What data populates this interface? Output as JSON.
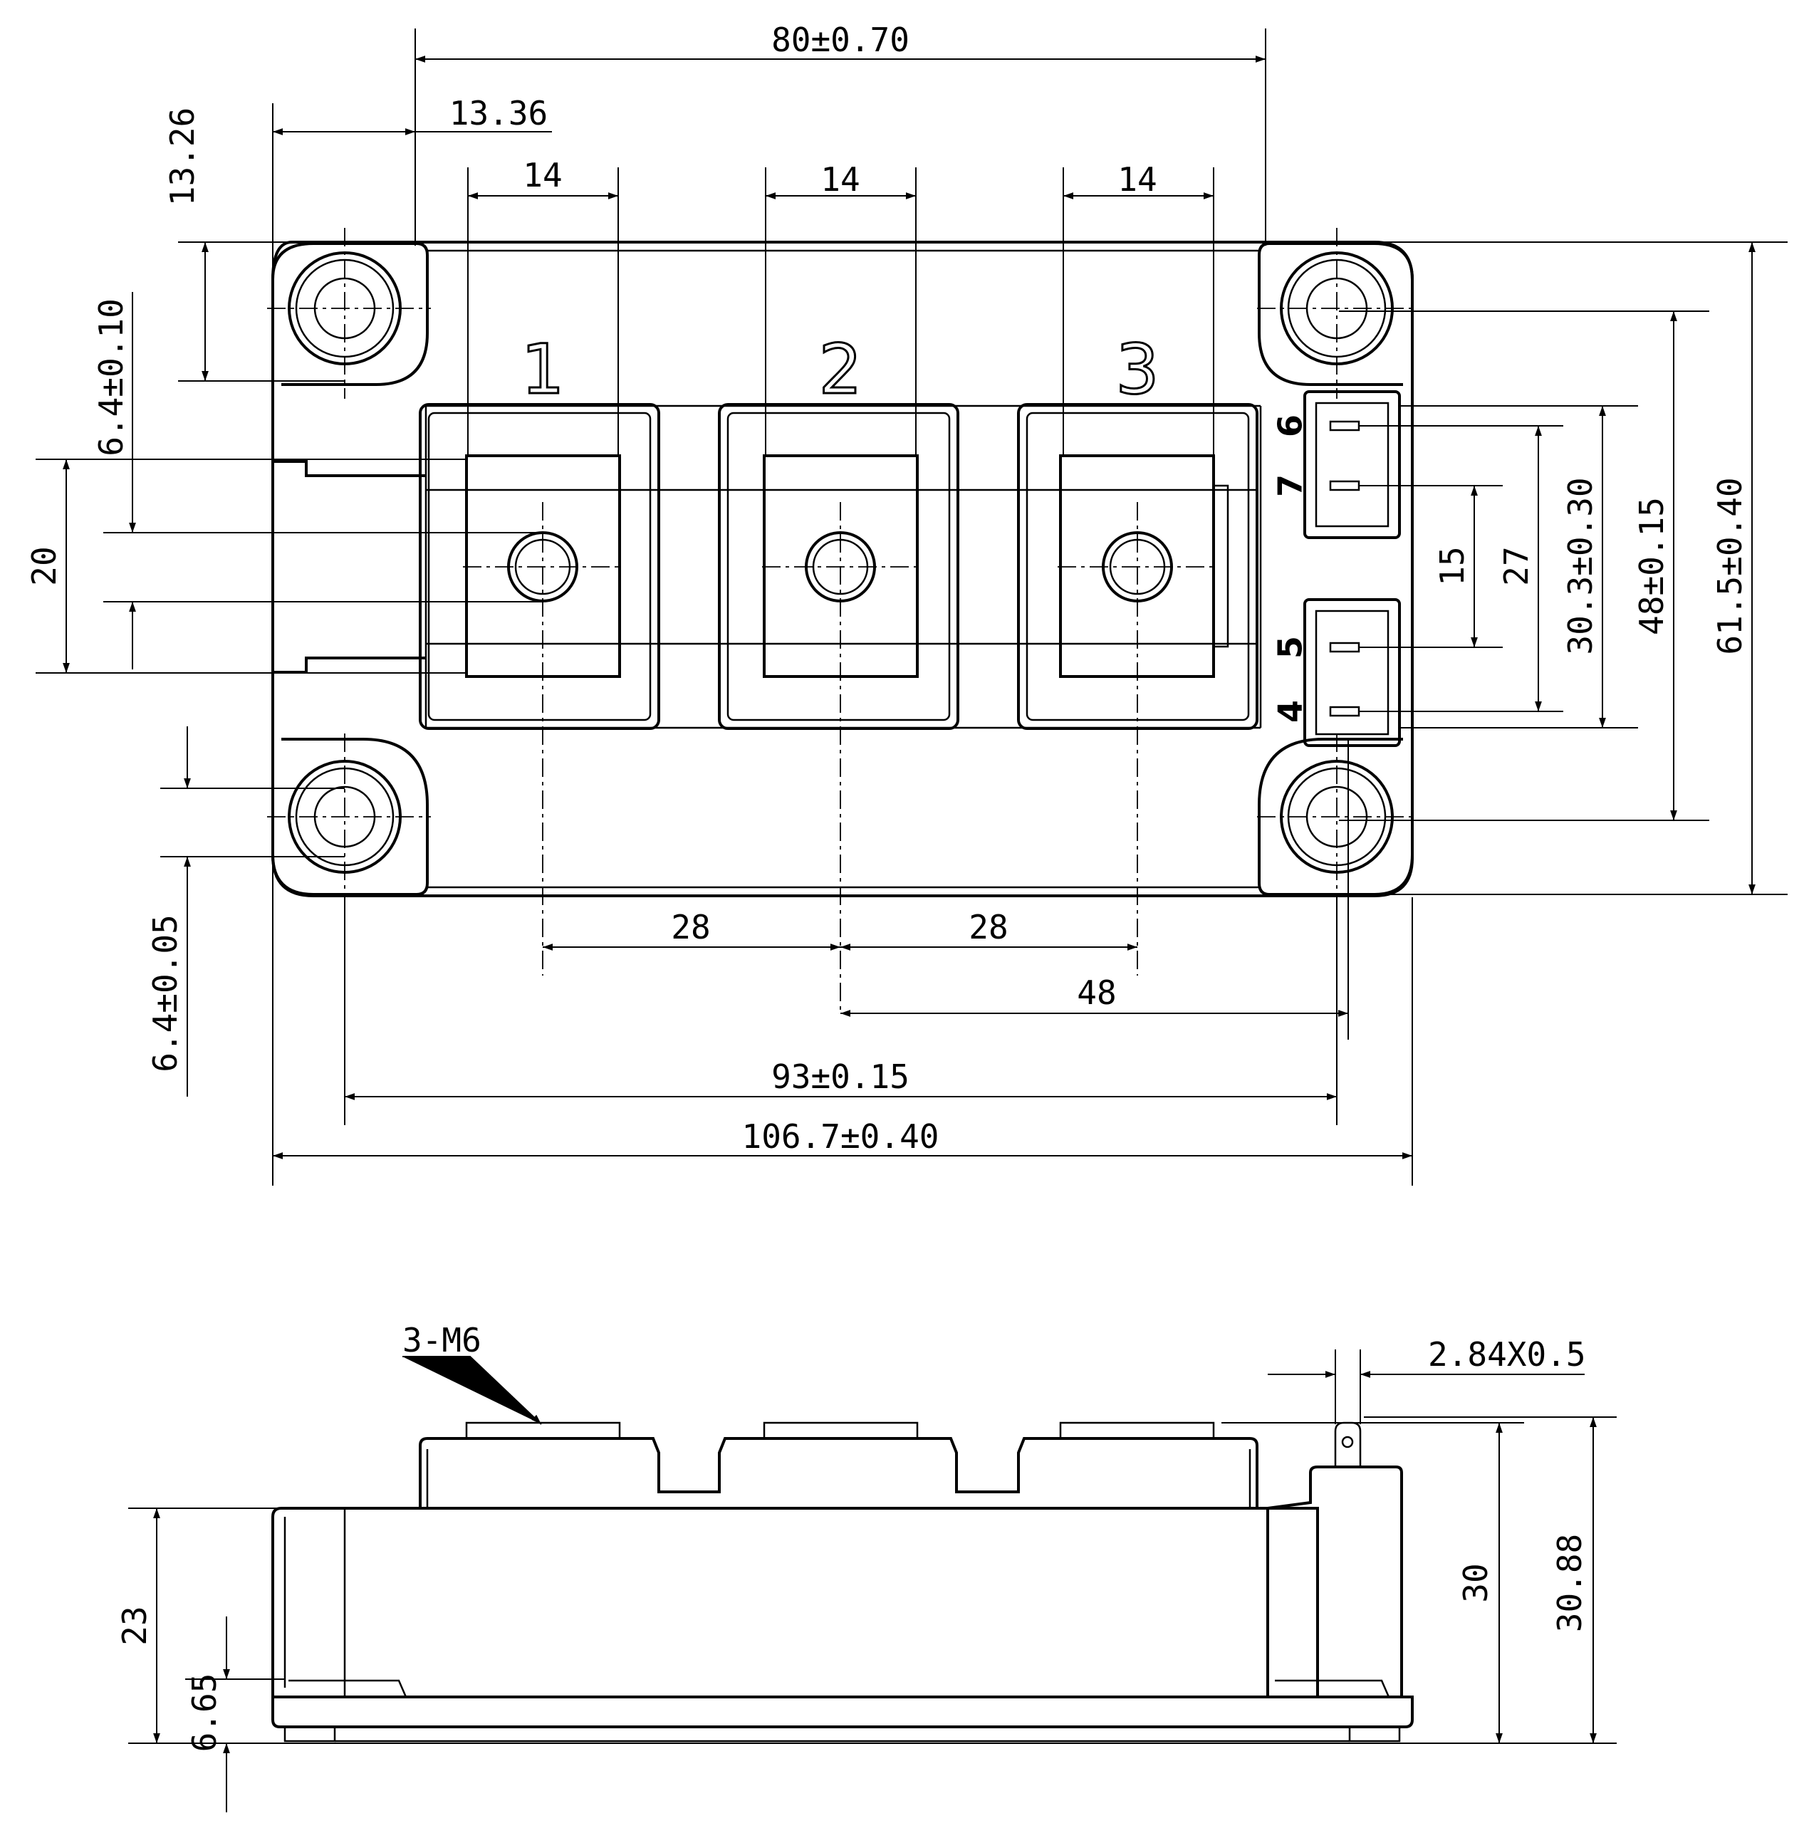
{
  "top_view": {
    "terminals": [
      "1",
      "2",
      "3"
    ],
    "pins": [
      "6",
      "7",
      "5",
      "4"
    ],
    "dims": {
      "overall_pitch": "80±0.70",
      "offset_left": "13.36",
      "tab_w1": "14",
      "tab_w2": "14",
      "tab_w3": "14",
      "offset_top": "13.26",
      "hole_dia_top": "6.4±0.10",
      "tab_height": "20",
      "hole_dia_bottom": "6.4±0.05",
      "term_pitch_1": "28",
      "term_pitch_2": "28",
      "pin_offset": "48",
      "mount_pitch_x": "93±0.15",
      "overall_width": "106.7±0.40",
      "pin_pitch_15": "15",
      "pin_pitch_27": "27",
      "pin_span": "30.3±0.30",
      "mount_pitch_y": "48±0.15",
      "overall_height": "61.5±0.40"
    }
  },
  "side_view": {
    "dims": {
      "screw_label": "3-M6",
      "pin_size": "2.84X0.5",
      "body_height": "23",
      "base_height": "6.65",
      "term_height": "30",
      "pin_height": "30.88"
    }
  }
}
